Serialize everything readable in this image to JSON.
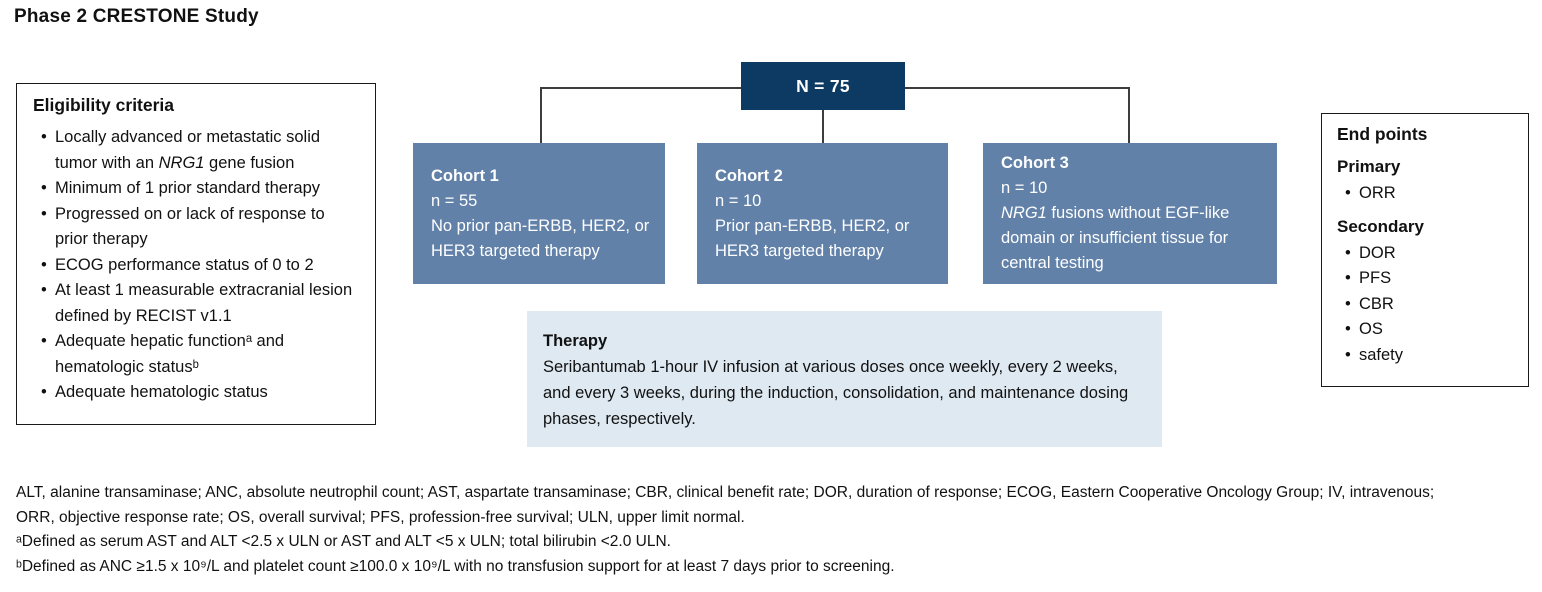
{
  "title": "Phase 2 CRESTONE Study",
  "colors": {
    "navy_box": "#0d3a63",
    "cohort_box": "#6181a9",
    "therapy_box": "#dfe9f2",
    "text_on_dark": "#ffffff",
    "line": "#3d3d3d"
  },
  "eligibility": {
    "title": "Eligibility criteria",
    "bullet": "•",
    "items": [
      {
        "pre": "Locally advanced or metastatic solid tumor with an ",
        "italic": "NRG1",
        "post": " gene fusion"
      },
      {
        "pre": "Minimum of 1 prior standard therapy",
        "italic": "",
        "post": ""
      },
      {
        "pre": "Progressed on or lack of response to prior therapy",
        "italic": "",
        "post": ""
      },
      {
        "pre": "ECOG performance status of 0 to 2",
        "italic": "",
        "post": ""
      },
      {
        "pre": "At least 1 measurable extracranial lesion defined by RECIST v1.1",
        "italic": "",
        "post": ""
      },
      {
        "pre": "Adequate hepatic functionᵃ and hematologic statusᵇ",
        "italic": "",
        "post": ""
      },
      {
        "pre": "Adequate hematologic status",
        "italic": "",
        "post": ""
      }
    ]
  },
  "total_box": {
    "label": "N = 75"
  },
  "cohorts": [
    {
      "title": "Cohort 1",
      "n": "n = 55",
      "desc_italic": "",
      "desc": "No prior pan-ERBB, HER2, or HER3 targeted therapy"
    },
    {
      "title": "Cohort 2",
      "n": "n = 10",
      "desc_italic": "",
      "desc": "Prior pan-ERBB, HER2, or HER3 targeted therapy"
    },
    {
      "title": "Cohort 3",
      "n": "n = 10",
      "desc_italic": "NRG1",
      "desc": " fusions without EGF-like domain or insufficient tissue for central testing"
    }
  ],
  "therapy": {
    "title": "Therapy",
    "text": "Seribantumab 1-hour IV infusion at various doses once weekly, every 2 weeks, and every 3 weeks, during the induction, consolidation, and maintenance dosing phases, respectively."
  },
  "endpoints": {
    "title": "End points",
    "bullet": "•",
    "primary_label": "Primary",
    "primary_items": [
      "ORR"
    ],
    "secondary_label": "Secondary",
    "secondary_items": [
      "DOR",
      "PFS",
      "CBR",
      "OS",
      "safety"
    ]
  },
  "footnotes": {
    "abbrev_line1": "ALT, alanine transaminase; ANC, absolute neutrophil count; AST, aspartate transaminase; CBR, clinical benefit rate; DOR, duration of response; ECOG, Eastern Cooperative Oncology Group; IV, intravenous;",
    "abbrev_line2": "ORR, objective response rate; OS, overall survival; PFS, profession-free survival; ULN, upper limit normal.",
    "note_a": "ᵃDefined as serum AST and ALT <2.5 x ULN or AST and ALT <5 x ULN; total bilirubin <2.0 ULN.",
    "note_b": "ᵇDefined as ANC ≥1.5 x 10⁹/L and platelet count ≥100.0 x 10⁹/L with no transfusion support for at least 7 days prior to screening."
  }
}
